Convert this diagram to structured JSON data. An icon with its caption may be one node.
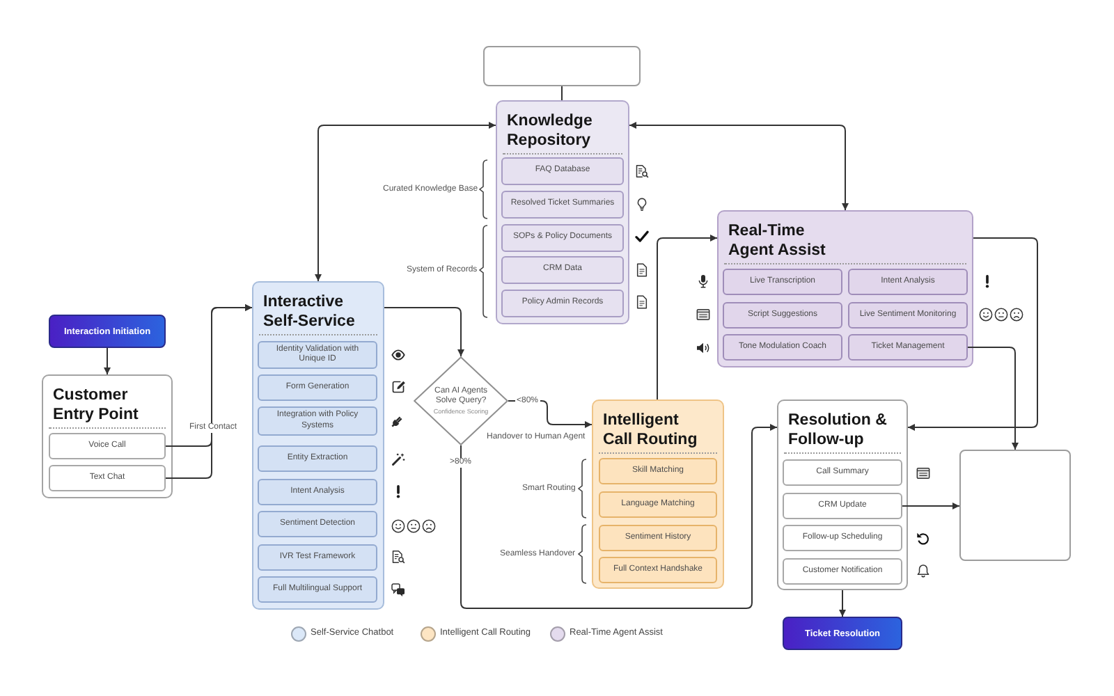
{
  "diagram": {
    "nodes": [
      {
        "text": [
          "Interaction Initiation"
        ]
      },
      {
        "text": [
          "Customer Entry Point"
        ]
      },
      {
        "text": [
          "Voice Call"
        ],
        "in": 1
      },
      {
        "text": [
          "Text Chat"
        ],
        "in": 1
      },
      {
        "text": [
          "Interactive Self-Service"
        ]
      },
      {
        "text": [
          "Identity Validation with Unique ID"
        ],
        "in": 4
      },
      {
        "text": [
          "Form Generation"
        ],
        "in": 4
      },
      {
        "text": [
          "Integration with Policy Systems"
        ],
        "in": 4
      },
      {
        "text": [
          "Entity Extraction"
        ],
        "in": 4
      },
      {
        "text": [
          "Intent Analysis"
        ],
        "in": 4
      },
      {
        "text": [
          "Sentiment Detection"
        ],
        "in": 4
      },
      {
        "text": [
          "IVR Test Framework"
        ],
        "in": 4
      },
      {
        "text": [
          "Full Multilingual Support"
        ],
        "in": 4
      },
      {
        "text": [
          "Can AI Agents Solve Query?",
          "Confidence Scoring"
        ]
      },
      {
        "text": [],
        "shape": "box"
      },
      {
        "text": [
          "Knowledge Repository"
        ]
      },
      {
        "text": [
          "FAQ Database"
        ],
        "in": 15
      },
      {
        "text": [
          "Resolved Ticket Summaries"
        ],
        "in": 15
      },
      {
        "text": [
          "SOPs & Policy Documents"
        ],
        "in": 15
      },
      {
        "text": [
          "CRM Data"
        ],
        "in": 15
      },
      {
        "text": [
          "Policy Admin Records"
        ],
        "in": 15
      },
      {
        "text": [
          "Real-Time Agent Assist"
        ]
      },
      {
        "text": [
          "Live Transcription"
        ],
        "in": 21
      },
      {
        "text": [
          "Intent Analysis"
        ],
        "in": 21
      },
      {
        "text": [
          "Script Suggestions"
        ],
        "in": 21
      },
      {
        "text": [
          "Live Sentiment Monitoring"
        ],
        "in": 21
      },
      {
        "text": [
          "Tone Modulation Coach"
        ],
        "in": 21
      },
      {
        "text": [
          "Ticket Management"
        ],
        "in": 21
      },
      {
        "text": [
          "Intelligent Call Routing"
        ]
      },
      {
        "text": [
          "Skill Matching"
        ],
        "in": 28
      },
      {
        "text": [
          "Language Matching"
        ],
        "in": 28
      },
      {
        "text": [
          "Sentiment History"
        ],
        "in": 28
      },
      {
        "text": [
          "Full Context Handshake"
        ],
        "in": 28
      },
      {
        "text": [
          "Resolution & Follow-up"
        ]
      },
      {
        "text": [
          "Call Summary"
        ],
        "in": 33
      },
      {
        "text": [
          "CRM Update"
        ],
        "in": 33
      },
      {
        "text": [
          "Follow-up Scheduling"
        ],
        "in": 33
      },
      {
        "text": [
          "Customer Notification"
        ],
        "in": 33
      },
      {
        "text": [
          "Ticket Resolution"
        ]
      },
      {
        "text": [],
        "shape": "box"
      }
    ],
    "edges": [
      {
        "from": 0,
        "to": 1,
        "arrow": "to"
      },
      {
        "from": 2,
        "to": 4,
        "arrow": "to",
        "label": "First Contact"
      },
      {
        "from": 3,
        "to": 4,
        "arrow": "to"
      },
      {
        "from": 15,
        "to": 4,
        "arrow": "both"
      },
      {
        "from": 15,
        "to": 21,
        "arrow": "both"
      },
      {
        "from": 14,
        "to": 15,
        "arrow": "none"
      },
      {
        "from": 4,
        "to": 13,
        "arrow": "to"
      },
      {
        "from": 13,
        "to": 28,
        "arrow": "to",
        "label": "<80%"
      },
      {
        "from": 13,
        "to": 33,
        "arrow": "to",
        "label": ">80%"
      },
      {
        "from": 28,
        "to": 21,
        "arrow": "to"
      },
      {
        "from": 21,
        "to": 33,
        "arrow": "to"
      },
      {
        "from": 27,
        "to": 39,
        "arrow": "to"
      },
      {
        "from": 35,
        "to": 39,
        "arrow": "to"
      },
      {
        "from": 33,
        "to": 38,
        "arrow": "to"
      }
    ],
    "labels": [
      "Curated Knowledge Base",
      "System of Records",
      "Handover to Human Agent",
      "Smart Routing",
      "Seamless Handover"
    ],
    "legend": [
      {
        "text": "Self-Service Chatbot",
        "color": "#dbe8f8"
      },
      {
        "text": "Intelligent Call Routing",
        "color": "#fde5c3"
      },
      {
        "text": "Real-Time Agent Assist",
        "color": "#e4dbee"
      }
    ]
  }
}
